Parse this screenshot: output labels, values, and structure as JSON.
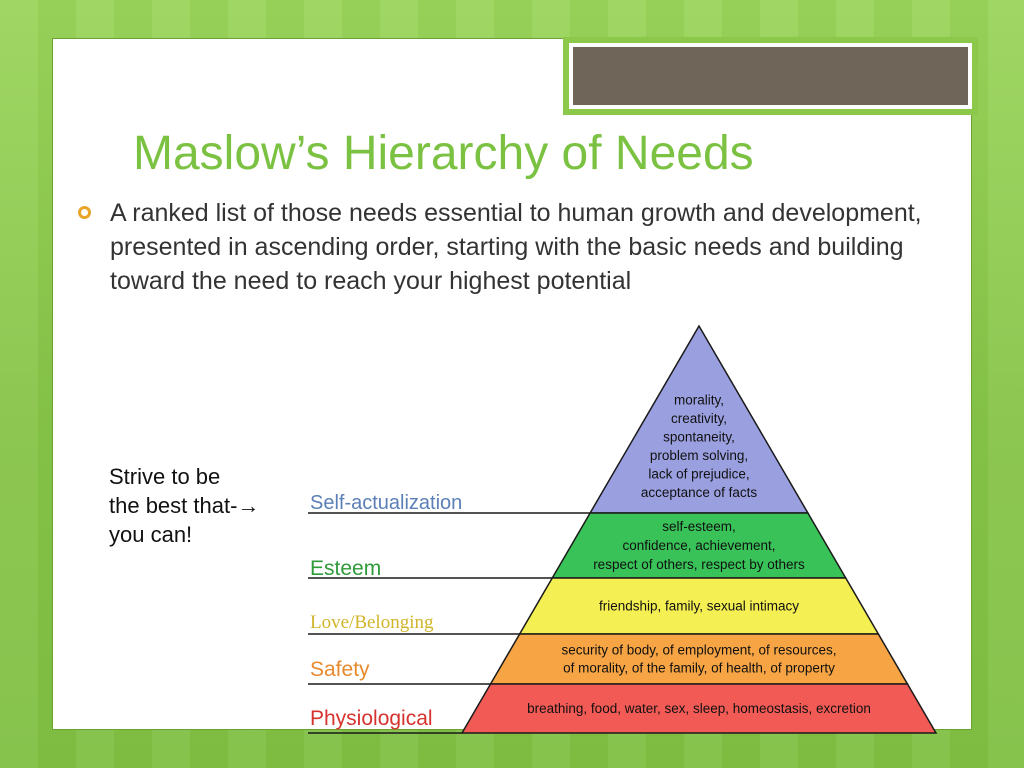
{
  "slide": {
    "title": "Maslow’s Hierarchy of Needs",
    "bullet": "A ranked list of those needs essential to human growth and development, presented in ascending order, starting with the basic needs and building toward the need to reach your highest potential",
    "note_lines": [
      "Strive to be",
      "the best that-→",
      "you can!"
    ]
  },
  "colors": {
    "background": "#8cc84a",
    "title": "#7cc242",
    "bullet_marker": "#e8a52a",
    "tab_fill": "#6f6659"
  },
  "pyramid": {
    "levels": [
      {
        "name": "Self-actualization",
        "name_color": "#5b7fb6",
        "fill": "#9a9fe0",
        "description": [
          "morality,",
          "creativity,",
          "spontaneity,",
          "problem solving,",
          "lack of prejudice,",
          "acceptance of facts"
        ]
      },
      {
        "name": "Esteem",
        "name_color": "#2f9a3a",
        "fill": "#38c258",
        "description": [
          "self-esteem,",
          "confidence, achievement,",
          "respect of others, respect by others"
        ]
      },
      {
        "name": "Love/Belonging",
        "name_color": "#d1b52b",
        "fill": "#f4ef52",
        "description": [
          "friendship, family, sexual intimacy"
        ]
      },
      {
        "name": "Safety",
        "name_color": "#e8892d",
        "fill": "#f7a444",
        "description": [
          "security of body, of employment, of resources,",
          "of morality, of the family, of health, of property"
        ]
      },
      {
        "name": "Physiological",
        "name_color": "#d6322e",
        "fill": "#f25a56",
        "description": [
          "breathing, food, water, sex, sleep, homeostasis, excretion"
        ]
      }
    ]
  }
}
